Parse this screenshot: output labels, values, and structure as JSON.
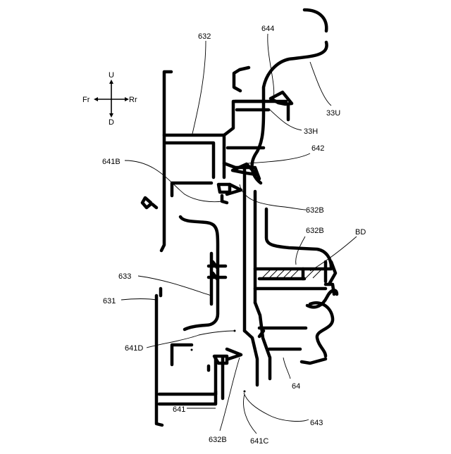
{
  "figure": {
    "compass": {
      "up": "U",
      "down": "D",
      "front": "Fr",
      "rear": "Rr"
    },
    "labels": {
      "l632_top": "632",
      "l644": "644",
      "l33U": "33U",
      "l33H": "33H",
      "l642": "642",
      "l641B": "641B",
      "l632B_mid": "632B",
      "l632B_right": "632B",
      "lBD": "BD",
      "l633": "633",
      "l631": "631",
      "l641D": "641D",
      "l64": "64",
      "l641": "641",
      "l643": "643",
      "l632B_bottom": "632B",
      "l641C": "641C"
    }
  }
}
